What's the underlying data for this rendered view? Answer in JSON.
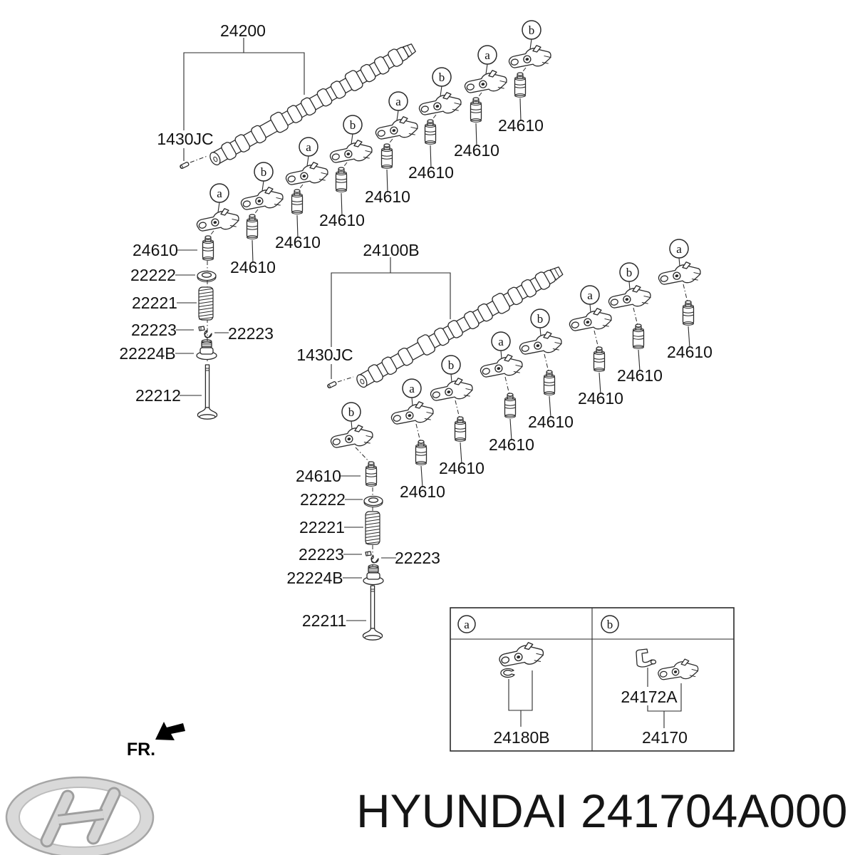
{
  "diagram": {
    "camshaft_top": "24200",
    "camshaft_mid": "24100B",
    "pin": "1430JC",
    "adjuster": "24610",
    "spring_retainer": "22222",
    "valve_spring": "22221",
    "retainer_lock": "22223",
    "stem_seal": "22224B",
    "valve_a": "22212",
    "valve_b": "22211",
    "front_marker": "FR."
  },
  "legend": {
    "letter_a": "a",
    "letter_b": "b",
    "rocker_a_part": "24180B",
    "clip_part": "24172A",
    "rocker_b_part": "24170"
  },
  "footer": {
    "brand": "HYUNDAI",
    "part_number": "241704A000"
  }
}
